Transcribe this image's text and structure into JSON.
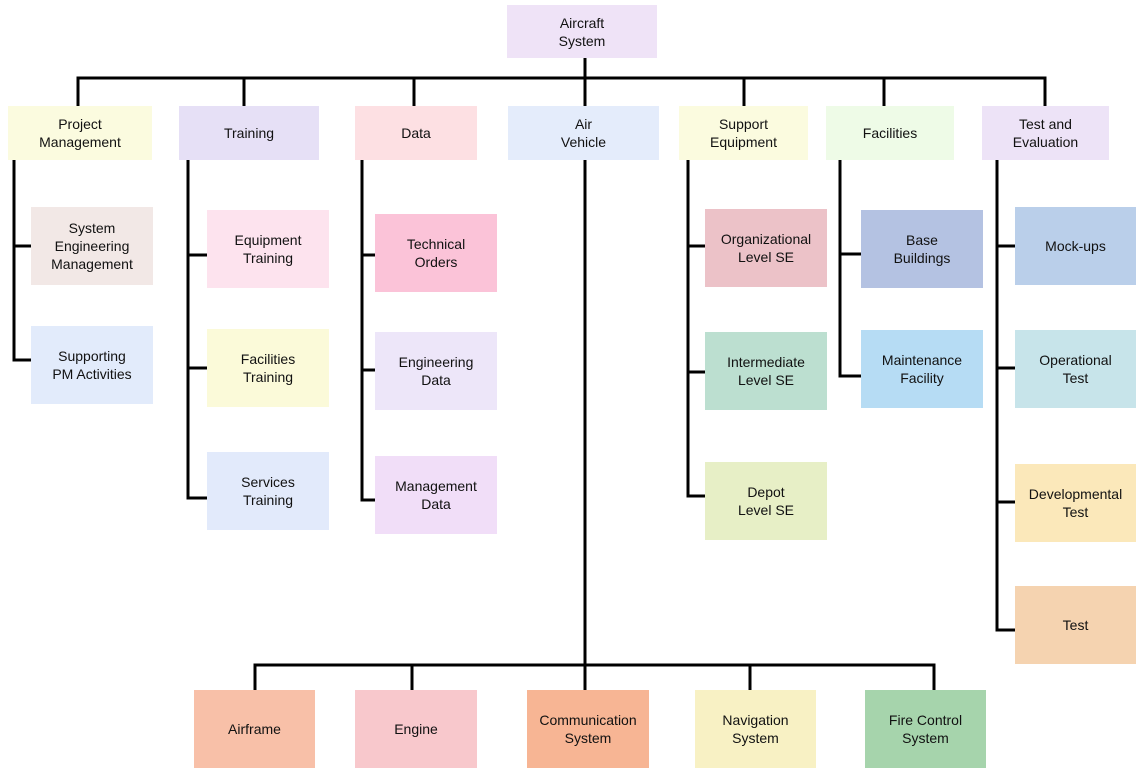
{
  "root": {
    "label": "Aircraft\nSystem",
    "color": "#efe3f7"
  },
  "categories": [
    {
      "label": "Project\nManagement",
      "color": "#fbfbdf"
    },
    {
      "label": "Training",
      "color": "#e6e0f6"
    },
    {
      "label": "Data",
      "color": "#fde0e3"
    },
    {
      "label": "Air\nVehicle",
      "color": "#e4ecfb"
    },
    {
      "label": "Support\nEquipment",
      "color": "#fbfbdf"
    },
    {
      "label": "Facilities",
      "color": "#eefbe7"
    },
    {
      "label": "Test and\nEvaluation",
      "color": "#ede3f7"
    }
  ],
  "children": [
    {
      "label": "System\nEngineering\nManagement",
      "color": "#f2e8e6"
    },
    {
      "label": "Supporting\nPM Activities",
      "color": "#e2ebfb"
    },
    {
      "label": "Equipment\nTraining",
      "color": "#fde3ee"
    },
    {
      "label": "Facilities\nTraining",
      "color": "#fbfad9"
    },
    {
      "label": "Services\nTraining",
      "color": "#e2eafb"
    },
    {
      "label": "Technical\nOrders",
      "color": "#fbc3d8"
    },
    {
      "label": "Engineering\nData",
      "color": "#ede6f9"
    },
    {
      "label": "Management\nData",
      "color": "#f1def8"
    },
    {
      "label": "Organizational\nLevel SE",
      "color": "#ecc2c8"
    },
    {
      "label": "Intermediate\nLevel SE",
      "color": "#bcdfd0"
    },
    {
      "label": "Depot\nLevel SE",
      "color": "#e7efc6"
    },
    {
      "label": "Base\nBuildings",
      "color": "#b4c2e2"
    },
    {
      "label": "Maintenance\nFacility",
      "color": "#b6dcf4"
    },
    {
      "label": "Mock-ups",
      "color": "#bacfea"
    },
    {
      "label": "Operational\nTest",
      "color": "#c7e4ea"
    },
    {
      "label": "Developmental\nTest",
      "color": "#fbe8ba"
    },
    {
      "label": "Test",
      "color": "#f5d3b0"
    },
    {
      "label": "Airframe",
      "color": "#f8c0a8"
    },
    {
      "label": "Engine",
      "color": "#f8c8cc"
    },
    {
      "label": "Communication\nSystem",
      "color": "#f7b594"
    },
    {
      "label": "Navigation\nSystem",
      "color": "#f8f1c4"
    },
    {
      "label": "Fire Control\nSystem",
      "color": "#a6d4ac"
    }
  ]
}
